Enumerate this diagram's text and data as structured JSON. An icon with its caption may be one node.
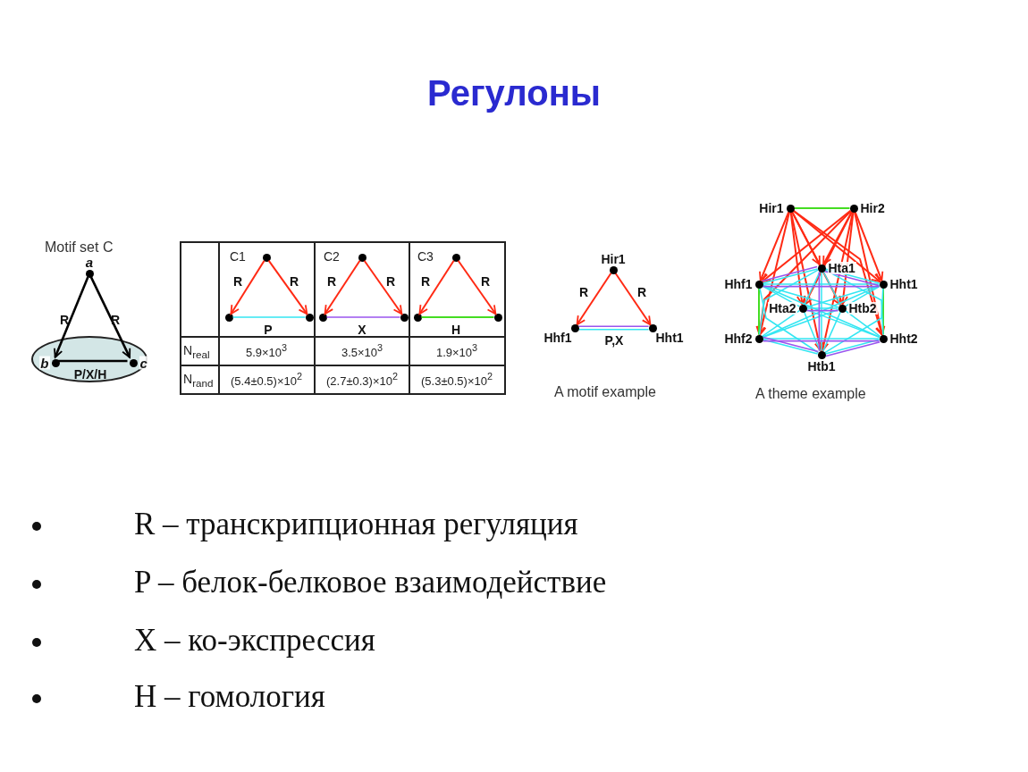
{
  "diagram": {
    "title": "Регулоны",
    "nodes": [
      {
        "text": [],
        "shape": "ellipse"
      },
      {
        "text": [
          "a"
        ]
      },
      {
        "text": [
          "b"
        ],
        "in": 0
      },
      {
        "text": [
          "c"
        ],
        "in": 0
      },
      {
        "text": [],
        "shape": "circle"
      },
      {
        "text": [],
        "shape": "circle"
      },
      {
        "text": [],
        "shape": "circle"
      },
      {
        "text": [],
        "shape": "circle"
      },
      {
        "text": [],
        "shape": "circle"
      },
      {
        "text": [],
        "shape": "circle"
      },
      {
        "text": [],
        "shape": "circle"
      },
      {
        "text": [],
        "shape": "circle"
      },
      {
        "text": [],
        "shape": "circle"
      },
      {
        "text": [
          "Hir1"
        ]
      },
      {
        "text": [
          "Hhf1"
        ]
      },
      {
        "text": [
          "Hht1"
        ]
      },
      {
        "text": [
          "Hir1"
        ]
      },
      {
        "text": [
          "Hir2"
        ]
      },
      {
        "text": [
          "Hta1"
        ]
      },
      {
        "text": [
          "Hhf1"
        ]
      },
      {
        "text": [
          "Hht1"
        ]
      },
      {
        "text": [
          "Hta2"
        ]
      },
      {
        "text": [
          "Htb2"
        ]
      },
      {
        "text": [
          "Hhf2"
        ]
      },
      {
        "text": [
          "Hht2"
        ]
      },
      {
        "text": [
          "Htb1"
        ]
      }
    ],
    "edges": [
      {
        "from": 1,
        "to": 2,
        "arrow": "to",
        "label": "R",
        "color": "#000000"
      },
      {
        "from": 1,
        "to": 3,
        "arrow": "to",
        "label": "R",
        "color": "#000000"
      },
      {
        "from": 2,
        "to": 3,
        "arrow": "none",
        "label": "P/X/H",
        "color": "#000000"
      },
      {
        "from": 4,
        "to": 5,
        "arrow": "to",
        "label": "R",
        "color": "#ff2a14"
      },
      {
        "from": 4,
        "to": 6,
        "arrow": "to",
        "label": "R",
        "color": "#ff2a14"
      },
      {
        "from": 5,
        "to": 6,
        "arrow": "none",
        "label": "P",
        "color": "#33e6f2"
      },
      {
        "from": 7,
        "to": 8,
        "arrow": "to",
        "label": "R",
        "color": "#ff2a14"
      },
      {
        "from": 7,
        "to": 9,
        "arrow": "to",
        "label": "R",
        "color": "#ff2a14"
      },
      {
        "from": 8,
        "to": 9,
        "arrow": "none",
        "label": "X",
        "color": "#9a55ee"
      },
      {
        "from": 10,
        "to": 11,
        "arrow": "to",
        "label": "R",
        "color": "#ff2a14"
      },
      {
        "from": 10,
        "to": 12,
        "arrow": "to",
        "label": "R",
        "color": "#ff2a14"
      },
      {
        "from": 11,
        "to": 12,
        "arrow": "none",
        "label": "H",
        "color": "#44dd22"
      },
      {
        "from": 13,
        "to": 14,
        "arrow": "to",
        "label": "R",
        "color": "#ff2a14"
      },
      {
        "from": 13,
        "to": 15,
        "arrow": "to",
        "label": "R",
        "color": "#ff2a14"
      },
      {
        "from": 14,
        "to": 15,
        "arrow": "none",
        "color": "#9a55ee"
      },
      {
        "from": 14,
        "to": 15,
        "arrow": "none",
        "label": "P,X",
        "color": "#33e6f2"
      },
      {
        "from": 16,
        "to": 17,
        "arrow": "none",
        "color": "#44dd22"
      },
      {
        "from": 16,
        "to": 19,
        "arrow": "to",
        "color": "#ff2a14"
      },
      {
        "from": 16,
        "to": 23,
        "arrow": "to",
        "color": "#ff2a14"
      },
      {
        "from": 16,
        "to": 20,
        "arrow": "to",
        "color": "#ff2a14"
      },
      {
        "from": 16,
        "to": 24,
        "arrow": "to",
        "color": "#ff2a14"
      },
      {
        "from": 16,
        "to": 18,
        "arrow": "to",
        "color": "#ff2a14"
      },
      {
        "from": 16,
        "to": 21,
        "arrow": "to",
        "color": "#ff2a14"
      },
      {
        "from": 16,
        "to": 22,
        "arrow": "to",
        "color": "#ff2a14"
      },
      {
        "from": 16,
        "to": 25,
        "arrow": "to",
        "color": "#ff2a14"
      },
      {
        "from": 17,
        "to": 19,
        "arrow": "to",
        "color": "#ff2a14"
      },
      {
        "from": 17,
        "to": 23,
        "arrow": "to",
        "color": "#ff2a14"
      },
      {
        "from": 17,
        "to": 20,
        "arrow": "to",
        "color": "#ff2a14"
      },
      {
        "from": 17,
        "to": 24,
        "arrow": "to",
        "color": "#ff2a14"
      },
      {
        "from": 17,
        "to": 18,
        "arrow": "to",
        "color": "#ff2a14"
      },
      {
        "from": 17,
        "to": 21,
        "arrow": "to",
        "color": "#ff2a14"
      },
      {
        "from": 17,
        "to": 22,
        "arrow": "to",
        "color": "#ff2a14"
      },
      {
        "from": 17,
        "to": 25,
        "arrow": "to",
        "color": "#ff2a14"
      },
      {
        "from": 19,
        "to": 23,
        "arrow": "none",
        "color": "#44dd22"
      },
      {
        "from": 20,
        "to": 24,
        "arrow": "none",
        "color": "#44dd22"
      },
      {
        "from": 18,
        "to": 19,
        "arrow": "none",
        "color": "#33e6f2"
      },
      {
        "from": 18,
        "to": 20,
        "arrow": "none",
        "color": "#33e6f2"
      },
      {
        "from": 18,
        "to": 21,
        "arrow": "none",
        "color": "#33e6f2"
      },
      {
        "from": 18,
        "to": 22,
        "arrow": "none",
        "color": "#33e6f2"
      },
      {
        "from": 18,
        "to": 23,
        "arrow": "none",
        "color": "#33e6f2"
      },
      {
        "from": 18,
        "to": 24,
        "arrow": "none",
        "color": "#33e6f2"
      },
      {
        "from": 18,
        "to": 25,
        "arrow": "none",
        "color": "#33e6f2"
      },
      {
        "from": 19,
        "to": 20,
        "arrow": "none",
        "color": "#33e6f2"
      },
      {
        "from": 19,
        "to": 21,
        "arrow": "none",
        "color": "#33e6f2"
      },
      {
        "from": 19,
        "to": 22,
        "arrow": "none",
        "color": "#33e6f2"
      },
      {
        "from": 19,
        "to": 24,
        "arrow": "none",
        "color": "#33e6f2"
      },
      {
        "from": 19,
        "to": 25,
        "arrow": "none",
        "color": "#33e6f2"
      },
      {
        "from": 20,
        "to": 21,
        "arrow": "none",
        "color": "#33e6f2"
      },
      {
        "from": 20,
        "to": 22,
        "arrow": "none",
        "color": "#33e6f2"
      },
      {
        "from": 20,
        "to": 23,
        "arrow": "none",
        "color": "#33e6f2"
      },
      {
        "from": 20,
        "to": 25,
        "arrow": "none",
        "color": "#33e6f2"
      },
      {
        "from": 21,
        "to": 22,
        "arrow": "none",
        "color": "#33e6f2"
      },
      {
        "from": 21,
        "to": 23,
        "arrow": "none",
        "color": "#33e6f2"
      },
      {
        "from": 21,
        "to": 24,
        "arrow": "none",
        "color": "#33e6f2"
      },
      {
        "from": 21,
        "to": 25,
        "arrow": "none",
        "color": "#33e6f2"
      },
      {
        "from": 22,
        "to": 23,
        "arrow": "none",
        "color": "#33e6f2"
      },
      {
        "from": 22,
        "to": 24,
        "arrow": "none",
        "color": "#33e6f2"
      },
      {
        "from": 22,
        "to": 25,
        "arrow": "none",
        "color": "#33e6f2"
      },
      {
        "from": 23,
        "to": 24,
        "arrow": "none",
        "color": "#33e6f2"
      },
      {
        "from": 23,
        "to": 25,
        "arrow": "none",
        "color": "#33e6f2"
      },
      {
        "from": 24,
        "to": 25,
        "arrow": "none",
        "color": "#33e6f2"
      },
      {
        "from": 19,
        "to": 20,
        "arrow": "none",
        "color": "#9a55ee"
      },
      {
        "from": 23,
        "to": 24,
        "arrow": "none",
        "color": "#9a55ee"
      },
      {
        "from": 18,
        "to": 19,
        "arrow": "none",
        "color": "#9a55ee"
      },
      {
        "from": 18,
        "to": 20,
        "arrow": "none",
        "color": "#9a55ee"
      },
      {
        "from": 25,
        "to": 23,
        "arrow": "none",
        "color": "#9a55ee"
      },
      {
        "from": 25,
        "to": 24,
        "arrow": "none",
        "color": "#9a55ee"
      },
      {
        "from": 21,
        "to": 22,
        "arrow": "none",
        "color": "#9a55ee"
      },
      {
        "from": 18,
        "to": 25,
        "arrow": "none",
        "color": "#9a55ee"
      }
    ],
    "labels": [
      "Motif set C",
      "C1",
      "C2",
      "C3",
      "N$_{real}$",
      "5.9×10$^{3}$",
      "3.5×10$^{3}$",
      "1.9×10$^{3}$",
      "N$_{rand}$",
      "(5.4±0.5)×10$^{2}$",
      "(2.7±0.3)×10$^{2}$",
      "(5.3±0.5)×10$^{2}$",
      "A motif example",
      "A theme example",
      "R – транскрипционная регуляция",
      "P – белок-белковое взаимодействие",
      "X – ко-экспрессия",
      "H – гомология"
    ]
  }
}
